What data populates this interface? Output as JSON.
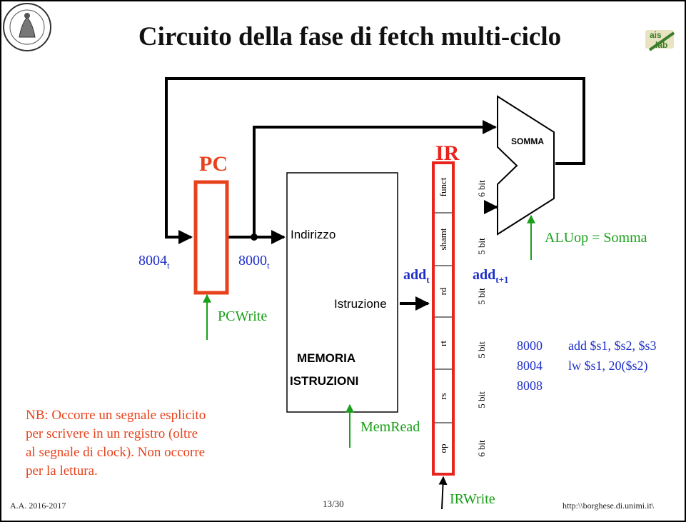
{
  "slide": {
    "title": "Circuito della fase di fetch multi-ciclo",
    "footer_left": "A.A. 2016-2017",
    "page_number": "13/30",
    "footer_url": "http:\\\\borghese.di.unimi.it\\",
    "logo_text_1": "ais",
    "logo_text_2": "lab"
  },
  "diagram": {
    "pc_label": "PC",
    "ir_label": "IR",
    "pc_in_value": "8004",
    "pc_in_sub": "t",
    "pc_out_value": "8000",
    "pc_out_sub": "t",
    "memory_address_port": "Indirizzo",
    "memory_instruction_port": "Istruzione",
    "memory_name_line1": "MEMORIA",
    "memory_name_line2": "ISTRUZIONI",
    "adder_label": "SOMMA",
    "pcwrite_signal": "PCWrite",
    "memread_signal": "MemRead",
    "irwrite_signal": "IRWrite",
    "aluop_signal": "ALUop = Somma",
    "add_t": "add",
    "add_t_sub": "t",
    "add_t1": "add",
    "add_t1_sub": "t+1",
    "ir_fields": [
      {
        "name": "funct",
        "bits": "6 bit"
      },
      {
        "name": "shamt",
        "bits": "5 bit"
      },
      {
        "name": "rd",
        "bits": "5 bit"
      },
      {
        "name": "rt",
        "bits": "5 bit"
      },
      {
        "name": "rs",
        "bits": "5 bit"
      },
      {
        "name": "op",
        "bits": "6 bit"
      }
    ],
    "program": [
      {
        "address": "8000",
        "instruction": "add $s1, $s2, $s3"
      },
      {
        "address": "8004",
        "instruction": "lw $s1, 20($s2)"
      },
      {
        "address": "8008",
        "instruction": ""
      }
    ],
    "note": "NB: Occorre un segnale esplicito per scrivere in un registro (oltre al segnale di clock). Non occorre per la lettura.",
    "note_lines": [
      "NB: Occorre un segnale esplicito",
      "per scrivere in un registro (oltre",
      "al segnale di clock). Non occorre",
      "per la lettura."
    ]
  },
  "colors": {
    "register_highlight": "#e8421c",
    "signal": "#1aa01a",
    "value": "#1f2fc8"
  }
}
